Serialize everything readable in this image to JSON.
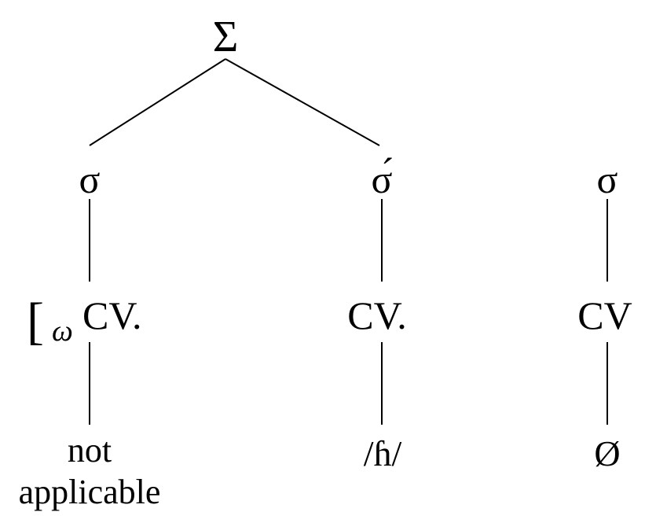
{
  "tree": {
    "root": "Σ",
    "syllables": [
      "σ",
      "σ́",
      "σ"
    ],
    "bracket": "[",
    "word_subscript": "ω",
    "segments": [
      "CV.",
      "CV.",
      "CV"
    ],
    "bottom": [
      {
        "line1": "not",
        "line2": "applicable"
      },
      {
        "line1": "/ɦ/",
        "line2": ""
      },
      {
        "line1": "Ø",
        "line2": ""
      }
    ]
  }
}
